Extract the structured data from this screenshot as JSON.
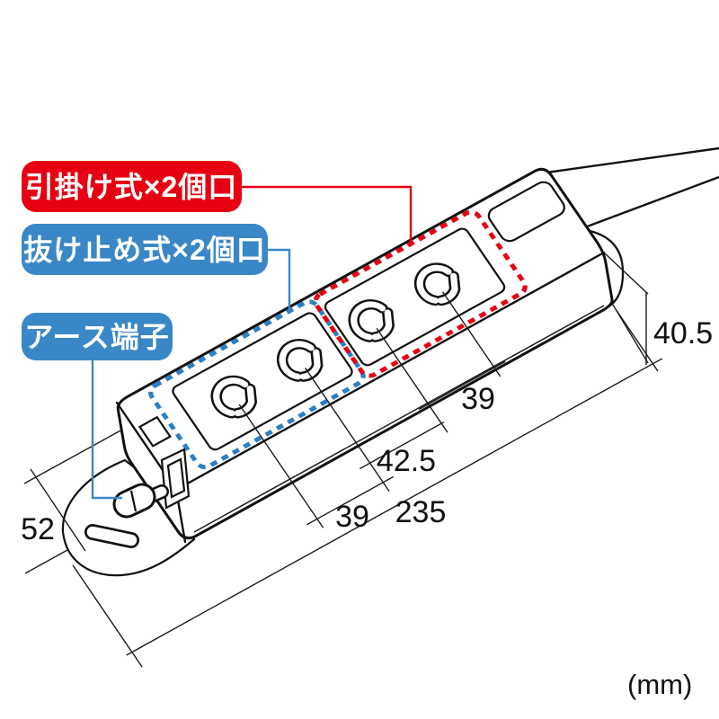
{
  "figure": {
    "type": "product-dimension-diagram",
    "subject": "4-outlet power strip with twist-lock sockets, hanging tabs and power cord"
  },
  "callouts": {
    "hook": {
      "label": "引掛け式×2個口"
    },
    "lock": {
      "label": "抜け止め式×2個口"
    },
    "earth": {
      "label": "アース端子"
    }
  },
  "dimensions": {
    "height": "40.5",
    "pitch_right": "39",
    "pitch_mid": "42.5",
    "pitch_left": "39",
    "length": "235",
    "depth": "52",
    "unit": "(mm)"
  },
  "colors": {
    "red": "#e60012",
    "blue": "#3a87c7",
    "dash_blue": "#2b7fc4",
    "line": "#111111"
  }
}
